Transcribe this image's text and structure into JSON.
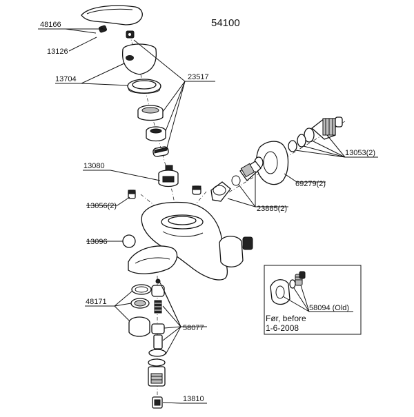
{
  "diagram": {
    "title": "54100",
    "labels": {
      "l48166": "48166",
      "l13126": "13126",
      "l13704": "13704",
      "l23517": "23517",
      "l13080": "13080",
      "l13056": "13056(2)",
      "l13096": "13096",
      "l48171": "48171",
      "l58077": "58077",
      "l13810": "13810",
      "l13053": "13053(2)",
      "l69279": "69279(2)",
      "l23885": "23885(2)",
      "l58094": "58094 (Old)"
    },
    "inset_note": {
      "line1": "Før, before",
      "line2": "1-6-2008"
    }
  }
}
